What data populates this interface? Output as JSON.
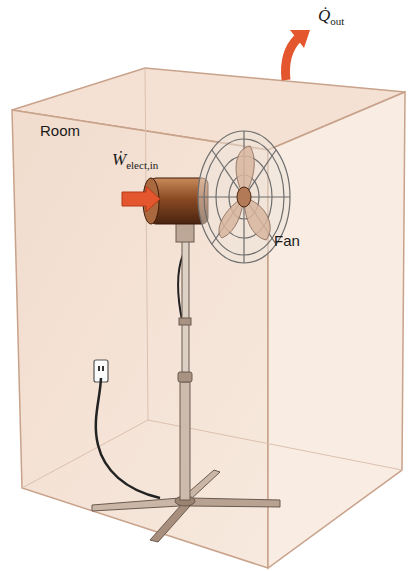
{
  "diagram": {
    "labels": [
      "Q̇",
      "out",
      "Room",
      "Ẇ",
      "elect,in",
      "Fan"
    ]
  }
}
